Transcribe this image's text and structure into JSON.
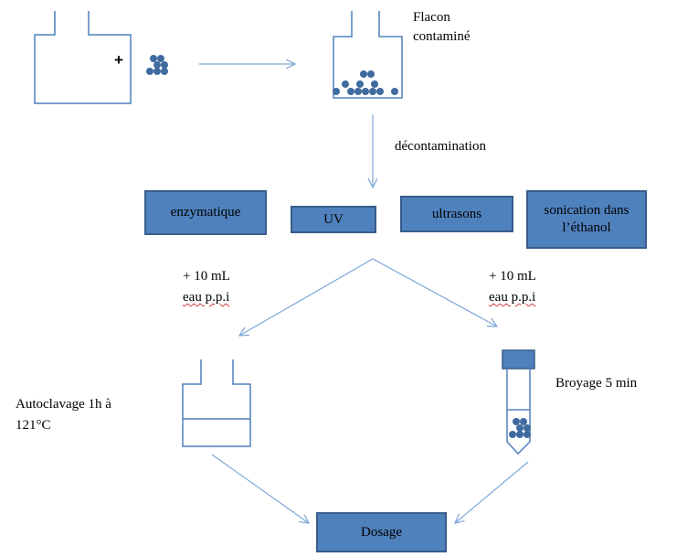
{
  "colors": {
    "box_fill": "#4f81bd",
    "box_border": "#385d8a",
    "arrow": "#7ea6d8",
    "particle": "#3f6b9f",
    "outline": "#4f81bd"
  },
  "labels": {
    "plus": "+",
    "flask_label_1": "Flacon",
    "flask_label_2": "contaminé",
    "decontamination": "décontamination",
    "left_add_1": "+ 10 mL",
    "left_add_2": "eau p.p.i",
    "right_add_1": "+ 10 mL",
    "right_add_2": "eau p.p.i",
    "autoclave_1": "Autoclavage 1h à",
    "autoclave_2": "121°C",
    "broyage": "Broyage 5 min"
  },
  "methods": {
    "enzymatique": "enzymatique",
    "uv": "UV",
    "ultrasons": "ultrasons",
    "sonication_1": "sonication dans",
    "sonication_2": "l’éthanol"
  },
  "dosage": "Dosage",
  "icons": {
    "particles": "particle-cluster-icon",
    "flask": "flask-icon",
    "tube": "centrifuge-tube-icon"
  }
}
